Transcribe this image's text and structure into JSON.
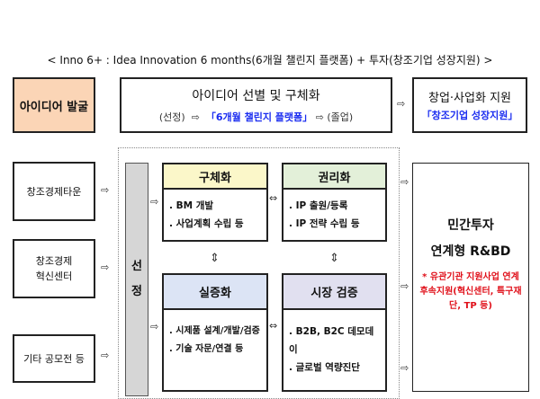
{
  "title": "< Inno 6+ : Idea Innovation 6 months(6개월 챌린지 플랫폼) + 투자(창조기업 성장지원) >",
  "top": {
    "discover": "아이디어 발굴",
    "select_title": "아이디어 선별 및 구체화",
    "select_start": "(선정)",
    "select_platform": "「6개월 챌린지 플랫폼」",
    "select_end": "(졸업)",
    "support_title": "창업·사업화 지원",
    "support_sub": "「창조기업 성장지원」"
  },
  "arrow": "⇨",
  "arrow_lr": "⇔",
  "arrow_ud": "⇕",
  "sources": [
    "창조경제타운",
    "창조경제\n혁신센터",
    "기타 공모전 등"
  ],
  "selection_bar": [
    "선",
    "정"
  ],
  "cards": [
    {
      "title": "구체화",
      "items": [
        ". BM 개발",
        ". 사업계획 수립 등"
      ],
      "color": "#fbf7c9"
    },
    {
      "title": "권리화",
      "items": [
        ". IP 출원/등록",
        ". IP 전략 수립 등"
      ],
      "color": "#e3f0d9"
    },
    {
      "title": "실증화",
      "items": [
        ". 시제품 설계/개발/검증",
        ". 기술 자문/연결 등"
      ],
      "color": "#dce4f5"
    },
    {
      "title": "시장 검증",
      "items": [
        ". B2B, B2C 데모데이",
        ". 글로벌 역량진단"
      ],
      "color": "#e1e0f0"
    }
  ],
  "investment": {
    "title1": "민간투자",
    "title2": "연계형 R&BD",
    "note": "* 유관기관 지원사업 연계 후속지원(혁신센터, 특구재단, TP 등)"
  },
  "colors": {
    "discover_bg": "#fbd5b6",
    "highlight": "#1a2cf0",
    "note": "#e0101a",
    "bar": "#d6d6d6"
  }
}
